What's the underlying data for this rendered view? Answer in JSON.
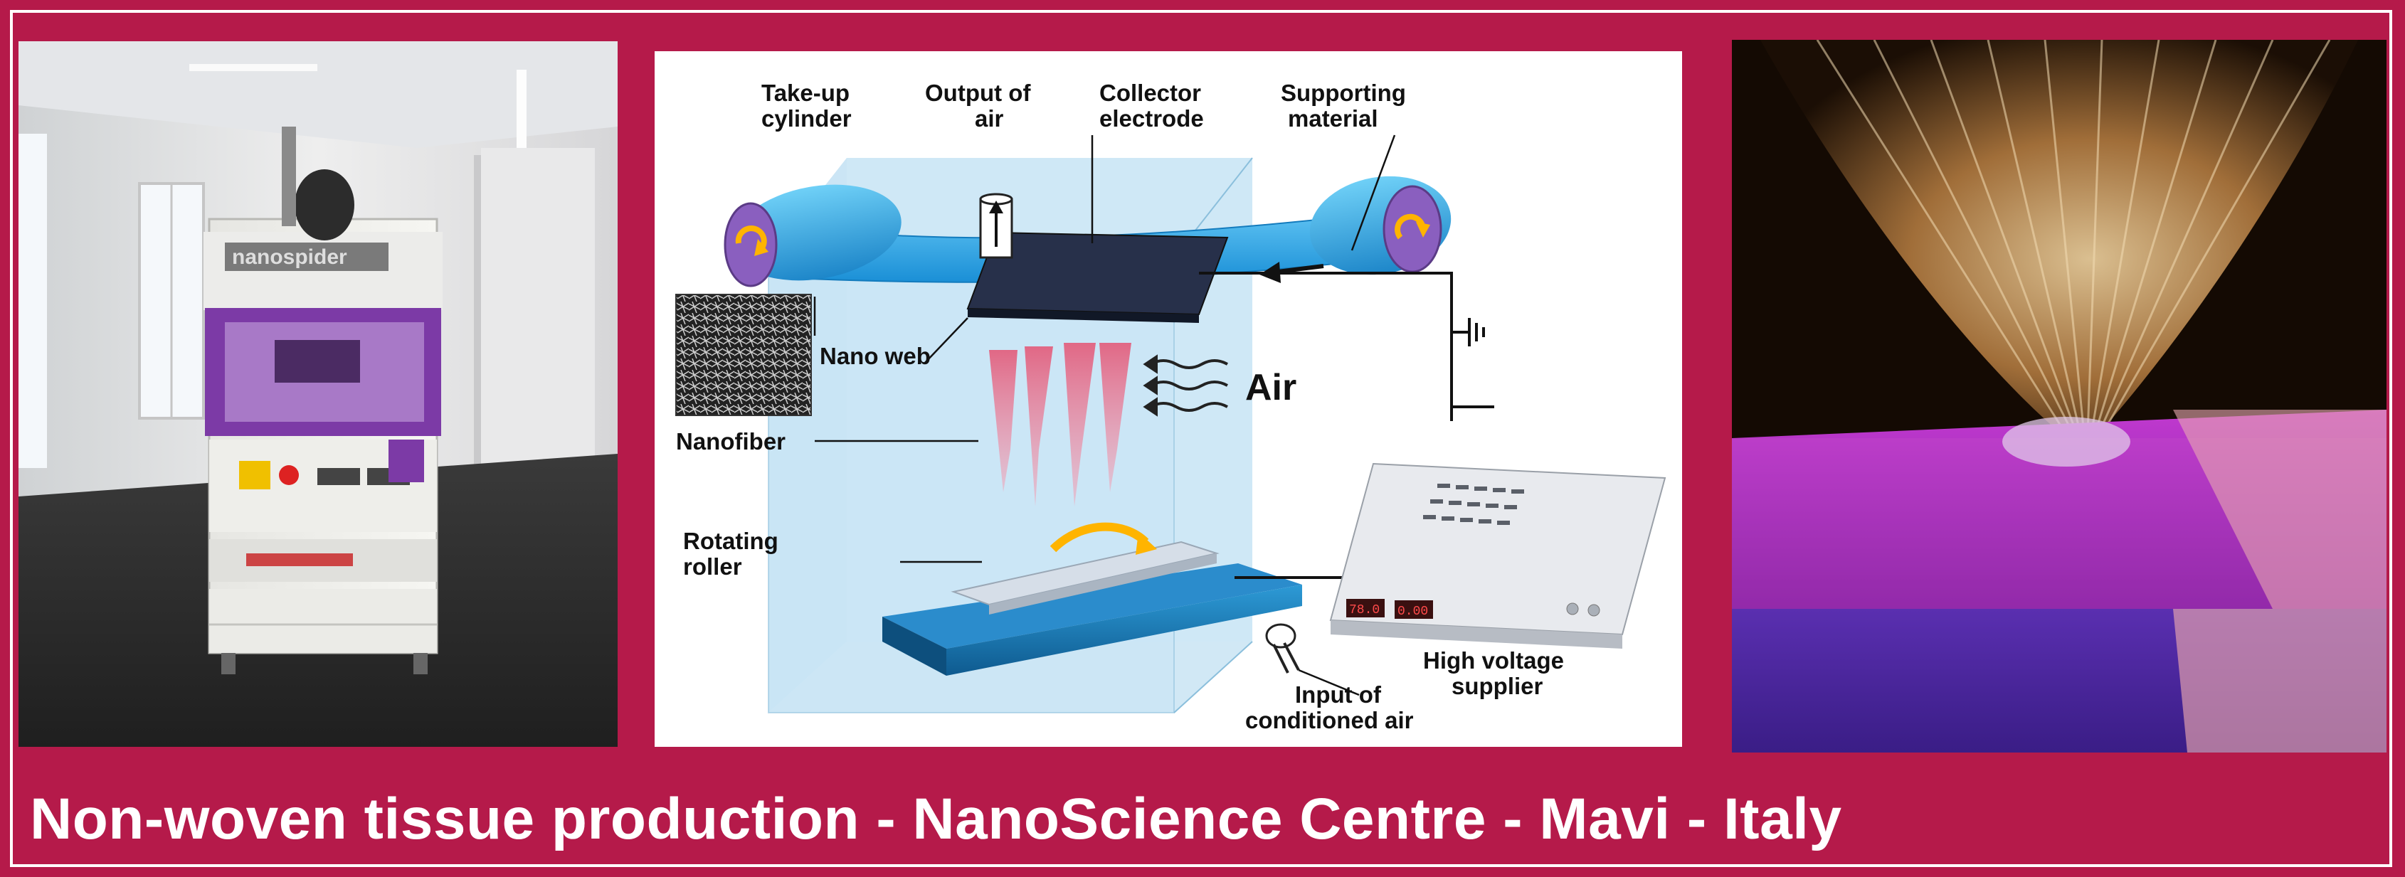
{
  "caption": "Non-woven tissue production - NanoScience Centre - Mavi - Italy",
  "colors": {
    "frame": "#b51a4a",
    "diagram_box": "#bfe0f3",
    "belt_blue": "#2aa7e8",
    "fiber_pink": "#e7627f"
  },
  "photo_left": {
    "machine_logo": "nanospider"
  },
  "diagram": {
    "labels": {
      "takeup_line1": "Take-up",
      "takeup_line2": "cylinder",
      "output_line1": "Output of",
      "output_line2": "air",
      "collector_line1": "Collector",
      "collector_line2": "electrode",
      "supporting_line1": "Supporting",
      "supporting_line2": "material",
      "nano_web": "Nano web",
      "air": "Air",
      "nanofiber": "Nanofiber",
      "rotating_line1": "Rotating",
      "rotating_line2": "roller",
      "hv_line1": "High voltage",
      "hv_line2": "supplier",
      "input_line1": "Input of",
      "input_line2": "conditioned air"
    },
    "hv_display_1": "78.0",
    "hv_display_2": "0.00"
  },
  "icons": [
    "rotation-arrow-icon",
    "ground-symbol-icon",
    "air-flow-arrow-icon",
    "belt-direction-arrow-icon"
  ]
}
